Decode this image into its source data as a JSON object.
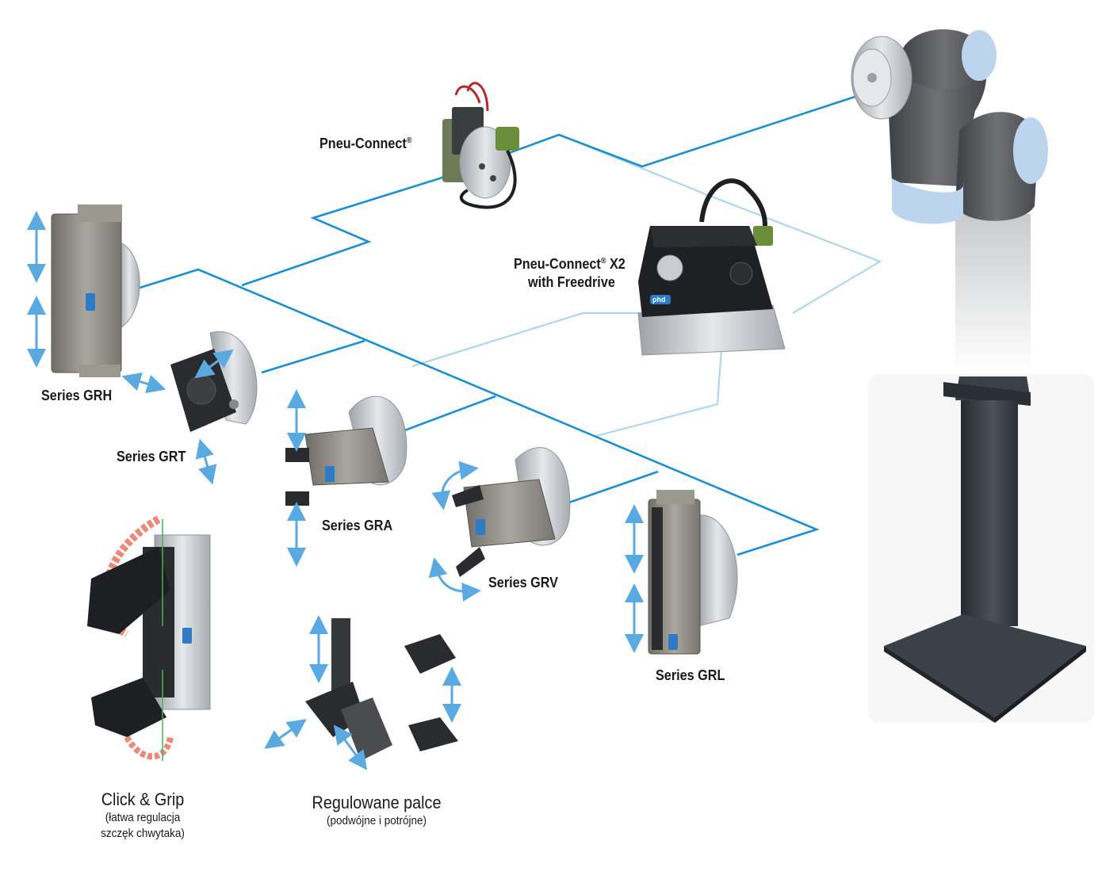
{
  "labels": {
    "pneu_connect": "Pneu-Connect",
    "pneu_connect_x2_line1": "Pneu-Connect",
    "pneu_connect_x2_x2": " X2",
    "pneu_connect_x2_line2": "with Freedrive",
    "registered": "®",
    "series_grh": "Series GRH",
    "series_grt": "Series GRT",
    "series_gra": "Series GRA",
    "series_grv": "Series GRV",
    "series_grl": "Series GRL",
    "click_grip_title": "Click & Grip",
    "click_grip_sub1": "(łatwa regulacja",
    "click_grip_sub2": "szczęk chwytaka)",
    "fingers_title": "Regulowane palce",
    "fingers_sub": "(podwójne i potrójne)",
    "brand_mark": "phd"
  },
  "colors": {
    "line_primary": "#1a8fd6",
    "line_secondary": "#a8d4ef",
    "metal": "#c9ccd0",
    "metal_dark": "#7d8288",
    "anodized": "#8c8a80",
    "black": "#1e1f22",
    "robot_gray": "#5a5a5c",
    "robot_blue": "#b9d2ee",
    "arrow": "#5aa9e0",
    "pedestal": "#2f353c"
  },
  "icons": [
    "double-arrow-icon",
    "curved-arrow-icon",
    "phd-logo-icon"
  ]
}
